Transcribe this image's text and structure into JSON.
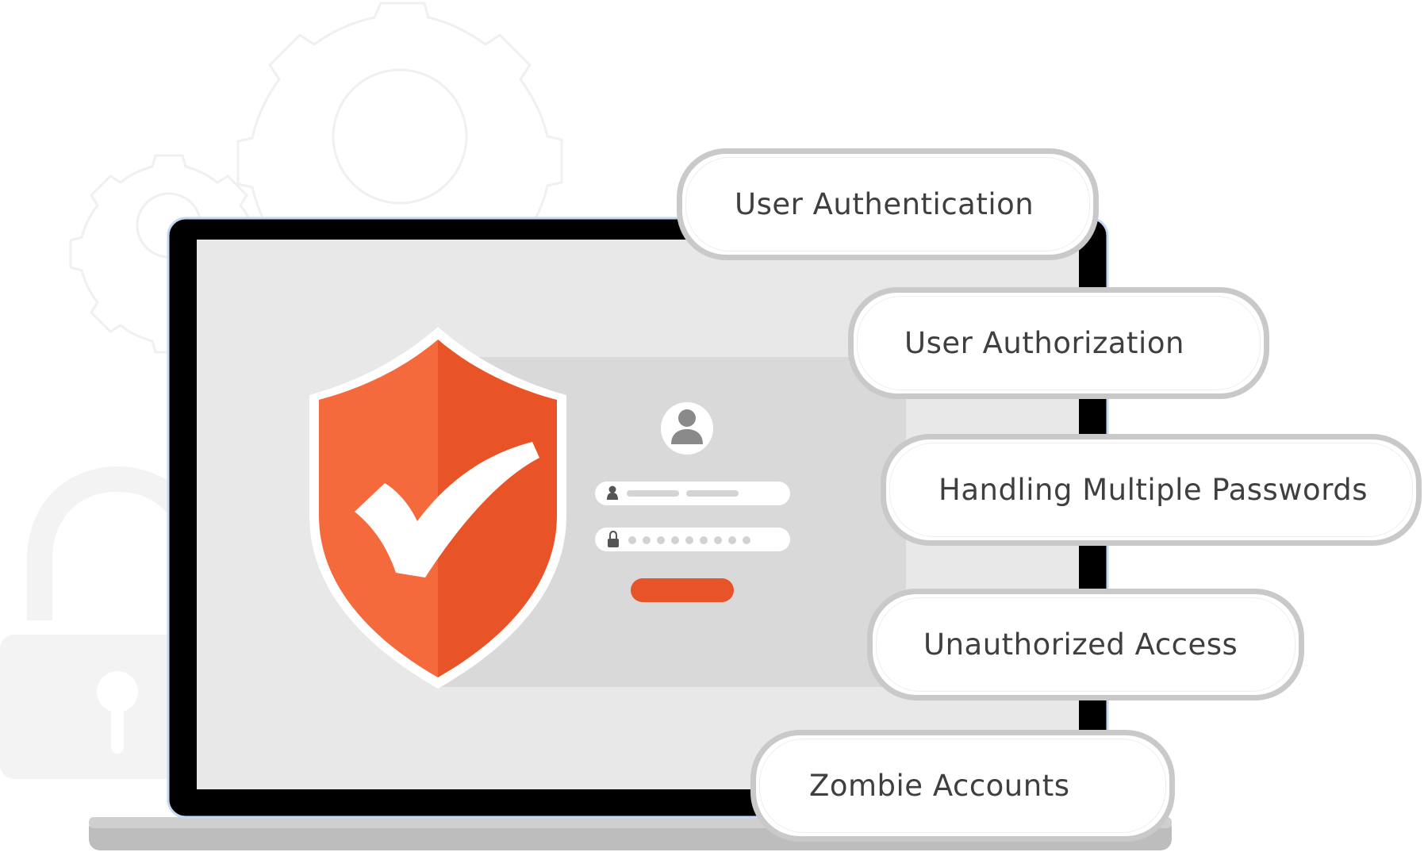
{
  "features": [
    {
      "label": "User Authentication"
    },
    {
      "label": "User Authorization"
    },
    {
      "label": "Handling Multiple Passwords"
    },
    {
      "label": "Unauthorized Access"
    },
    {
      "label": "Zombie Accounts"
    }
  ],
  "colors": {
    "shield_light": "#f46a3d",
    "shield_dark": "#e85327",
    "login_button": "#e8542a",
    "screen_bg": "#e8e8e8",
    "pill_border": "#c9c9c9",
    "laptop_frame": "#000000",
    "laptop_base": "#bdbdbd"
  },
  "icons": {
    "shield": "shield-check-icon",
    "avatar": "user-avatar-icon",
    "username": "user-icon",
    "password": "lock-icon",
    "background_lock": "padlock-icon",
    "background_gears": "gear-icon"
  }
}
